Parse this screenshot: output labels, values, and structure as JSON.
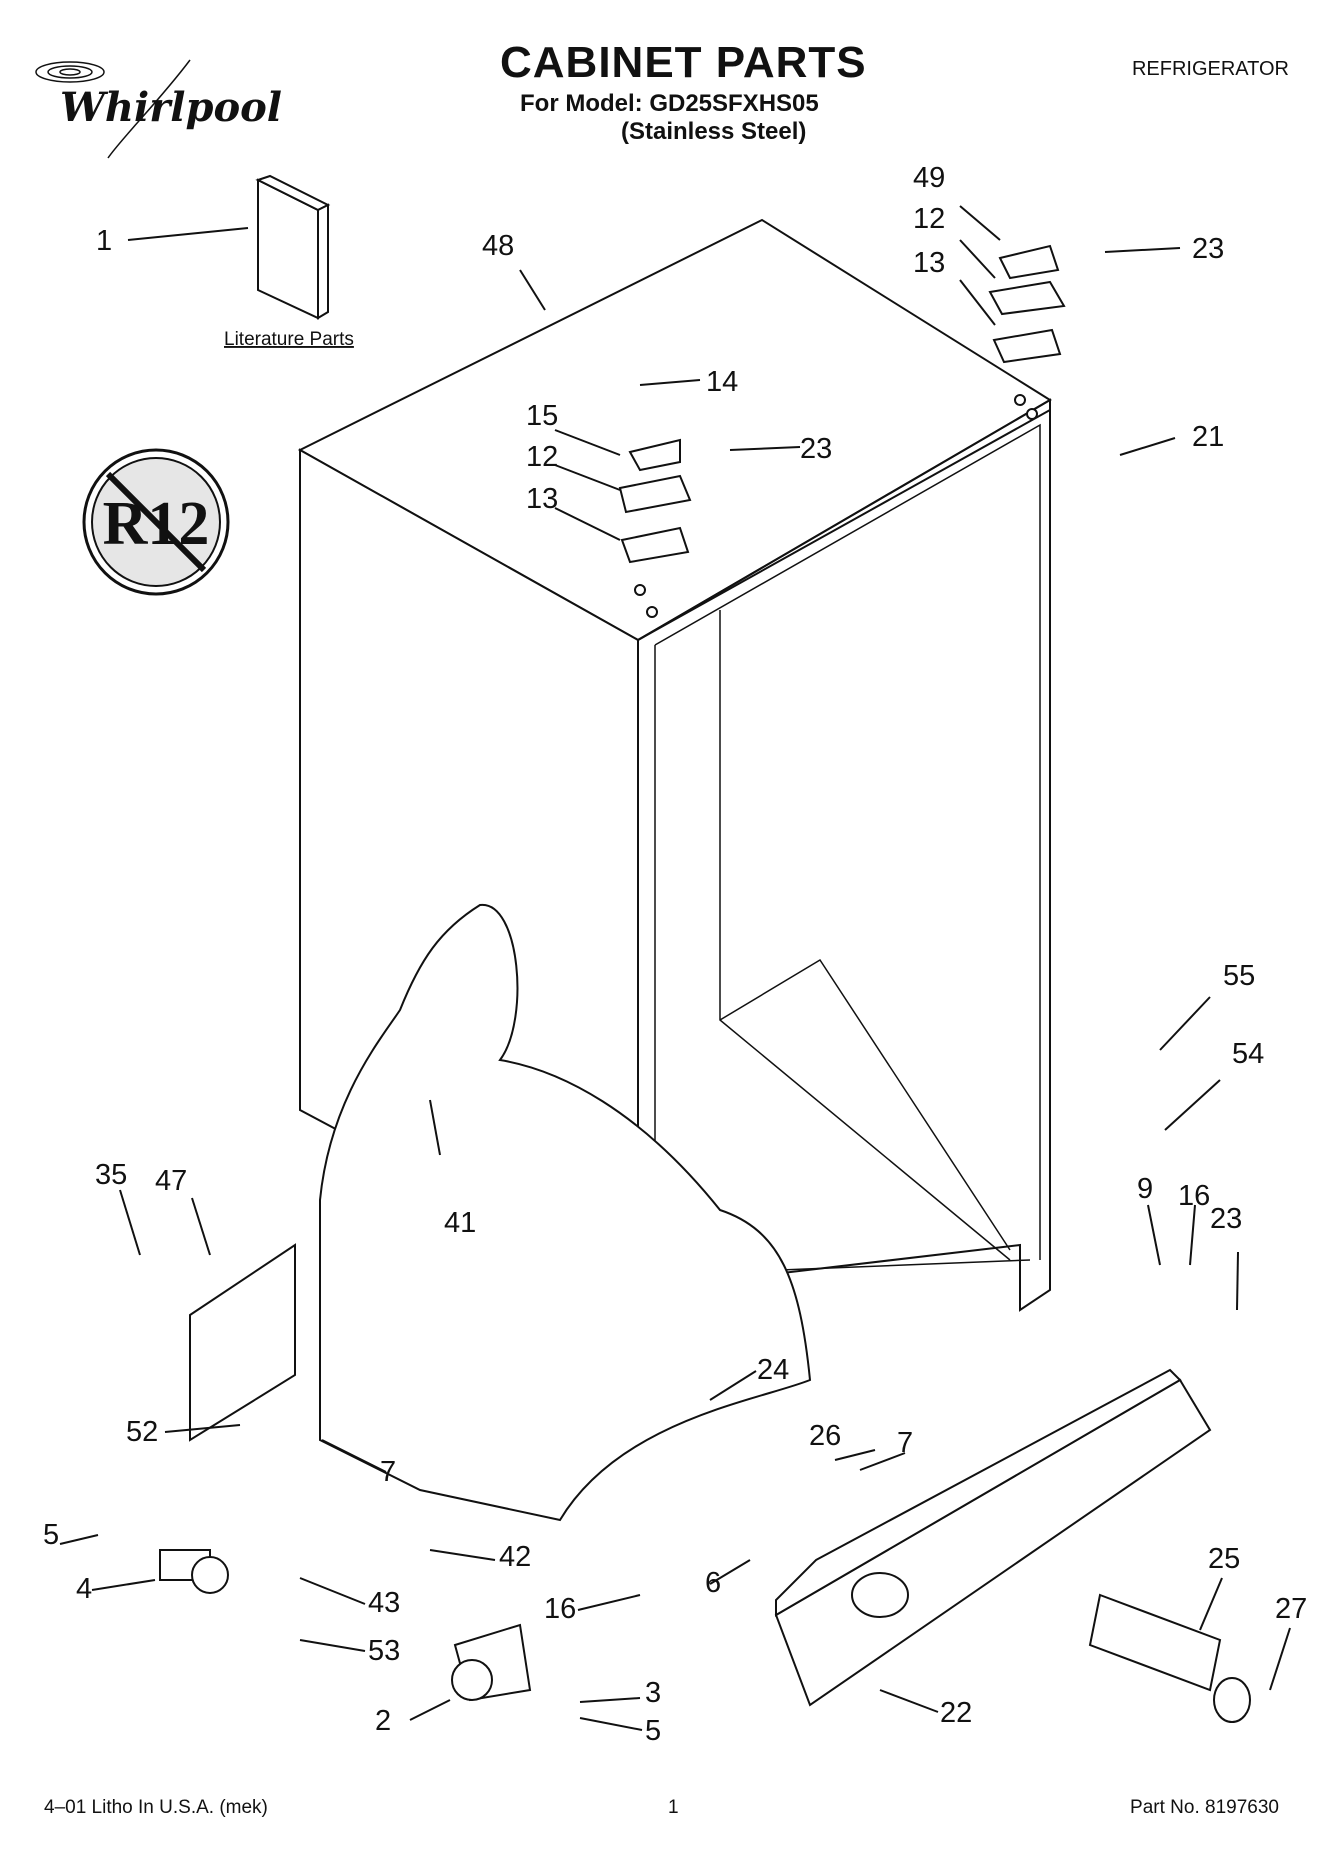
{
  "header": {
    "brand": "Whirlpool",
    "title": "CABINET PARTS",
    "model_line": "For Model: GD25SFXHS05",
    "variant_line": "(Stainless Steel)",
    "product_type": "REFRIGERATOR"
  },
  "literature_label": "Literature Parts",
  "badge": {
    "text": "R12"
  },
  "callouts": {
    "c1": "1",
    "c48": "48",
    "c49": "49",
    "c12a": "12",
    "c13a": "13",
    "c23a": "23",
    "c14": "14",
    "c15": "15",
    "c12b": "12",
    "c23b": "23",
    "c13b": "13",
    "c21": "21",
    "c55": "55",
    "c54": "54",
    "c9": "9",
    "c16a": "16",
    "c23c": "23",
    "c35": "35",
    "c47": "47",
    "c41": "41",
    "c24": "24",
    "c52": "52",
    "c7a": "7",
    "c26": "26",
    "c7b": "7",
    "c5a": "5",
    "c42": "42",
    "c4": "4",
    "c43": "43",
    "c6": "6",
    "c16b": "16",
    "c53": "53",
    "c25": "25",
    "c27": "27",
    "c3": "3",
    "c2": "2",
    "c5b": "5",
    "c22": "22"
  },
  "footer": {
    "left": "4–01 Litho In U.S.A. (mek)",
    "center": "1",
    "right": "Part No. 8197630"
  }
}
